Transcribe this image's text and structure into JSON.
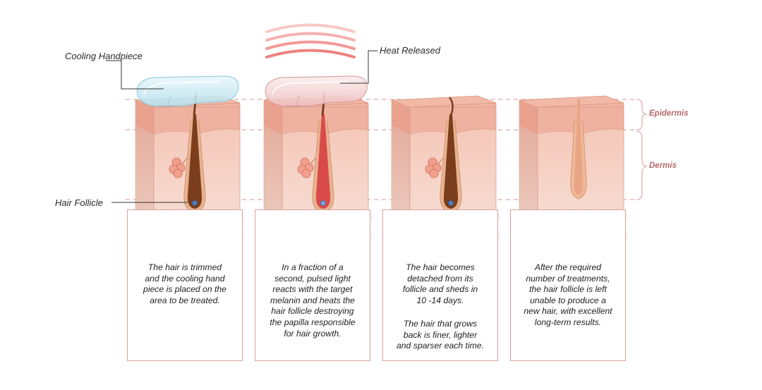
{
  "labels": {
    "cooling_handpiece": "Cooling\nHandpiece",
    "heat_released": "Heat\nReleased",
    "hair_follicle": "Hair Follicle",
    "epidermis": "Epidermis",
    "dermis": "Dermis"
  },
  "steps": [
    {
      "caption": "The hair is trimmed\nand the cooling hand\npiece is placed on the\narea to be treated."
    },
    {
      "caption": "In a fraction of a\nsecond, pulsed light\nreacts with the target\nmelanin and heats the\nhair follicle destroying\nthe papilla responsible\nfor hair growth."
    },
    {
      "caption": "The hair becomes\ndetached from its\nfollicle and sheds in\n10 -14 days.",
      "caption2": "The hair that grows\nback is finer, lighter\nand sparser each time."
    },
    {
      "caption": "After the required\nnumber of treatments,\nthe hair follicle is left\nunable to produce a\nnew hair, with excellent\nlong-term results."
    }
  ],
  "colors": {
    "epidermis": "#f0b2a0",
    "dermis": "#f7d2c6",
    "hair": "#7a3e1c",
    "hair_heated": "#d94a4a",
    "hair_regressed": "#e8a585",
    "vein": "#3d6bb0",
    "artery": "#a8203a",
    "guide_line": "#dea7a7",
    "heat_wave": "#e9635f",
    "handpiece": "#bfe5f0"
  }
}
